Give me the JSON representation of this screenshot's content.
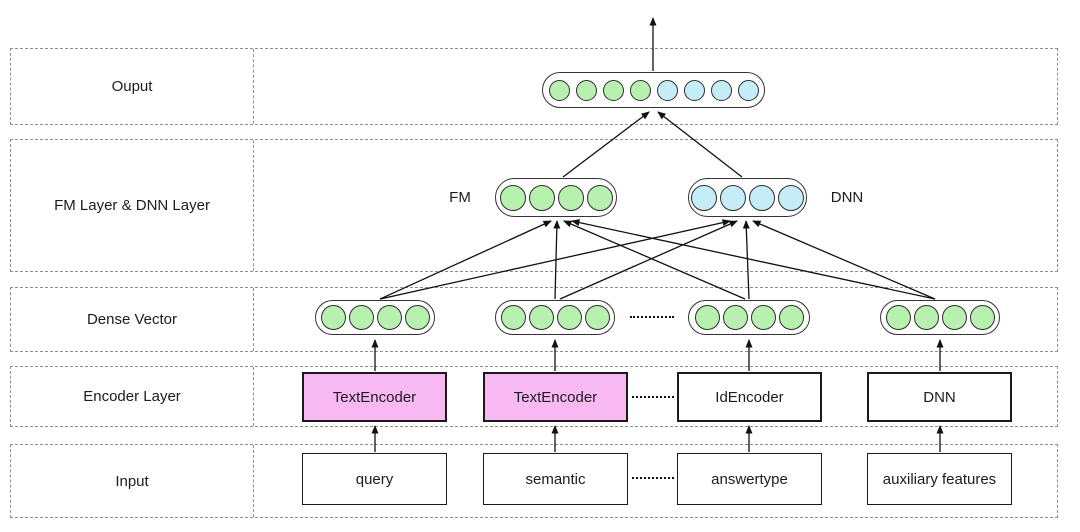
{
  "diagram": {
    "rows": [
      {
        "label": "Ouput"
      },
      {
        "label": "FM Layer & DNN Layer"
      },
      {
        "label": "Dense Vector"
      },
      {
        "label": "Encoder Layer"
      },
      {
        "label": "Input"
      }
    ],
    "fm_label": "FM",
    "dnn_label": "DNN",
    "output_vector": {
      "circles": [
        "green",
        "green",
        "green",
        "green",
        "cyan",
        "cyan",
        "cyan",
        "cyan"
      ]
    },
    "fm_vector": {
      "circles": [
        "green",
        "green",
        "green",
        "green"
      ]
    },
    "dnn_vector": {
      "circles": [
        "cyan",
        "cyan",
        "cyan",
        "cyan"
      ]
    },
    "dense_vectors": [
      {
        "circles": [
          "green",
          "green",
          "green",
          "green"
        ]
      },
      {
        "circles": [
          "green",
          "green",
          "green",
          "green"
        ]
      },
      {
        "circles": [
          "green",
          "green",
          "green",
          "green"
        ]
      },
      {
        "circles": [
          "green",
          "green",
          "green",
          "green"
        ]
      }
    ],
    "encoders": [
      {
        "label": "TextEncoder",
        "variant": "pink"
      },
      {
        "label": "TextEncoder",
        "variant": "pink"
      },
      {
        "label": "IdEncoder",
        "variant": "white"
      },
      {
        "label": "DNN",
        "variant": "white"
      }
    ],
    "inputs": [
      {
        "label": "query"
      },
      {
        "label": "semantic"
      },
      {
        "label": "answertype"
      },
      {
        "label": "auxiliary features"
      }
    ],
    "colors": {
      "green": "#b7f0af",
      "cyan": "#c4edf7",
      "pink": "#f8b8f1",
      "white": "#ffffff"
    }
  }
}
